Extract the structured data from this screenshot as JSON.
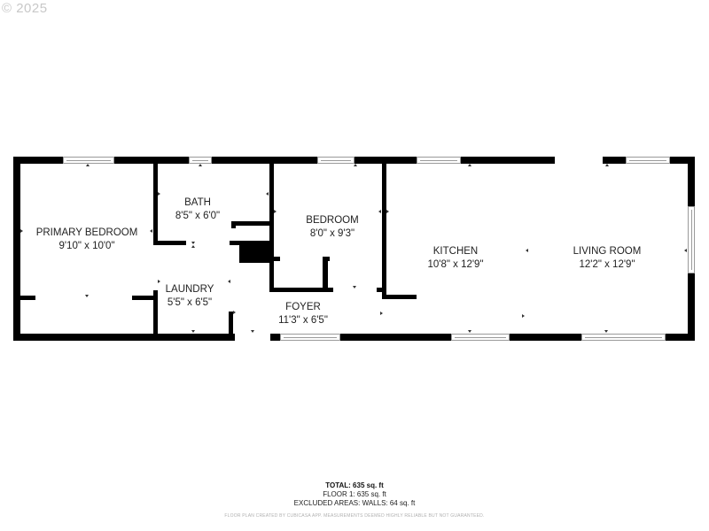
{
  "copyright": "© 2025",
  "rooms": [
    {
      "name": "PRIMARY BEDROOM",
      "dimensions": "9'10\" x 10'0\""
    },
    {
      "name": "BATH",
      "dimensions": "8'5\" x 6'0\""
    },
    {
      "name": "BEDROOM",
      "dimensions": "8'0\" x 9'3\""
    },
    {
      "name": "KITCHEN",
      "dimensions": "10'8\" x 12'9\""
    },
    {
      "name": "LIVING ROOM",
      "dimensions": "12'2\" x 12'9\""
    },
    {
      "name": "LAUNDRY",
      "dimensions": "5'5\" x 6'5\""
    },
    {
      "name": "FOYER",
      "dimensions": "11'3\" x 6'5\""
    }
  ],
  "summary": {
    "total": "TOTAL: 635 sq. ft",
    "floor1": "FLOOR 1: 635 sq. ft",
    "excluded": "EXCLUDED AREAS: WALLS: 64 sq. ft",
    "disclaimer": "FLOOR PLAN CREATED BY CUBICASA APP. MEASUREMENTS DEEMED HIGHLY RELIABLE BUT NOT GUARANTEED."
  }
}
